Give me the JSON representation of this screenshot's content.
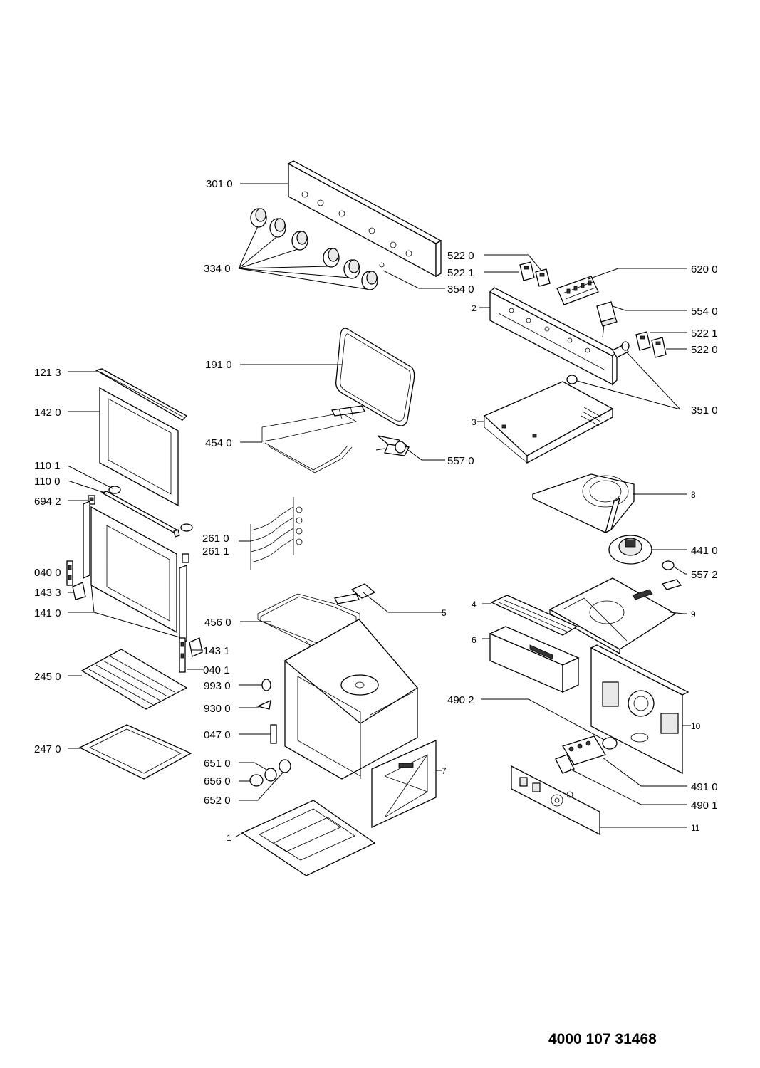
{
  "document_number": "4000 107 31468",
  "labels": {
    "l3010": "301 0",
    "l3340": "334 0",
    "l3540": "354 0",
    "l5220a": "522 0",
    "l5221a": "522 1",
    "l6200": "620 0",
    "l2": "2",
    "l5540": "554 0",
    "l5221b": "522 1",
    "l5220b": "522 0",
    "l3510": "351 0",
    "l1213": "121 3",
    "l1910": "191 0",
    "l1420": "142 0",
    "l3": "3",
    "l4540": "454 0",
    "l5570": "557 0",
    "l1101": "110 1",
    "l1100": "110 0",
    "l6942": "694 2",
    "l8": "8",
    "l2610": "261 0",
    "l2611": "261 1",
    "l4410": "441 0",
    "l0400": "040 0",
    "l5572": "557 2",
    "l1433": "143 3",
    "l1410": "141 0",
    "l4": "4",
    "l5": "5",
    "l4560": "456 0",
    "l9": "9",
    "l6": "6",
    "l1431": "143 1",
    "l2450": "245 0",
    "l0401": "040 1",
    "l9930": "993 0",
    "l9300": "930 0",
    "l4902": "490 2",
    "l0470": "047 0",
    "l10": "10",
    "l2470": "247 0",
    "l6510": "651 0",
    "l7": "7",
    "l6560": "656 0",
    "l6520": "652 0",
    "l4910": "491 0",
    "l4901": "490 1",
    "l11": "11",
    "l1": "1"
  }
}
